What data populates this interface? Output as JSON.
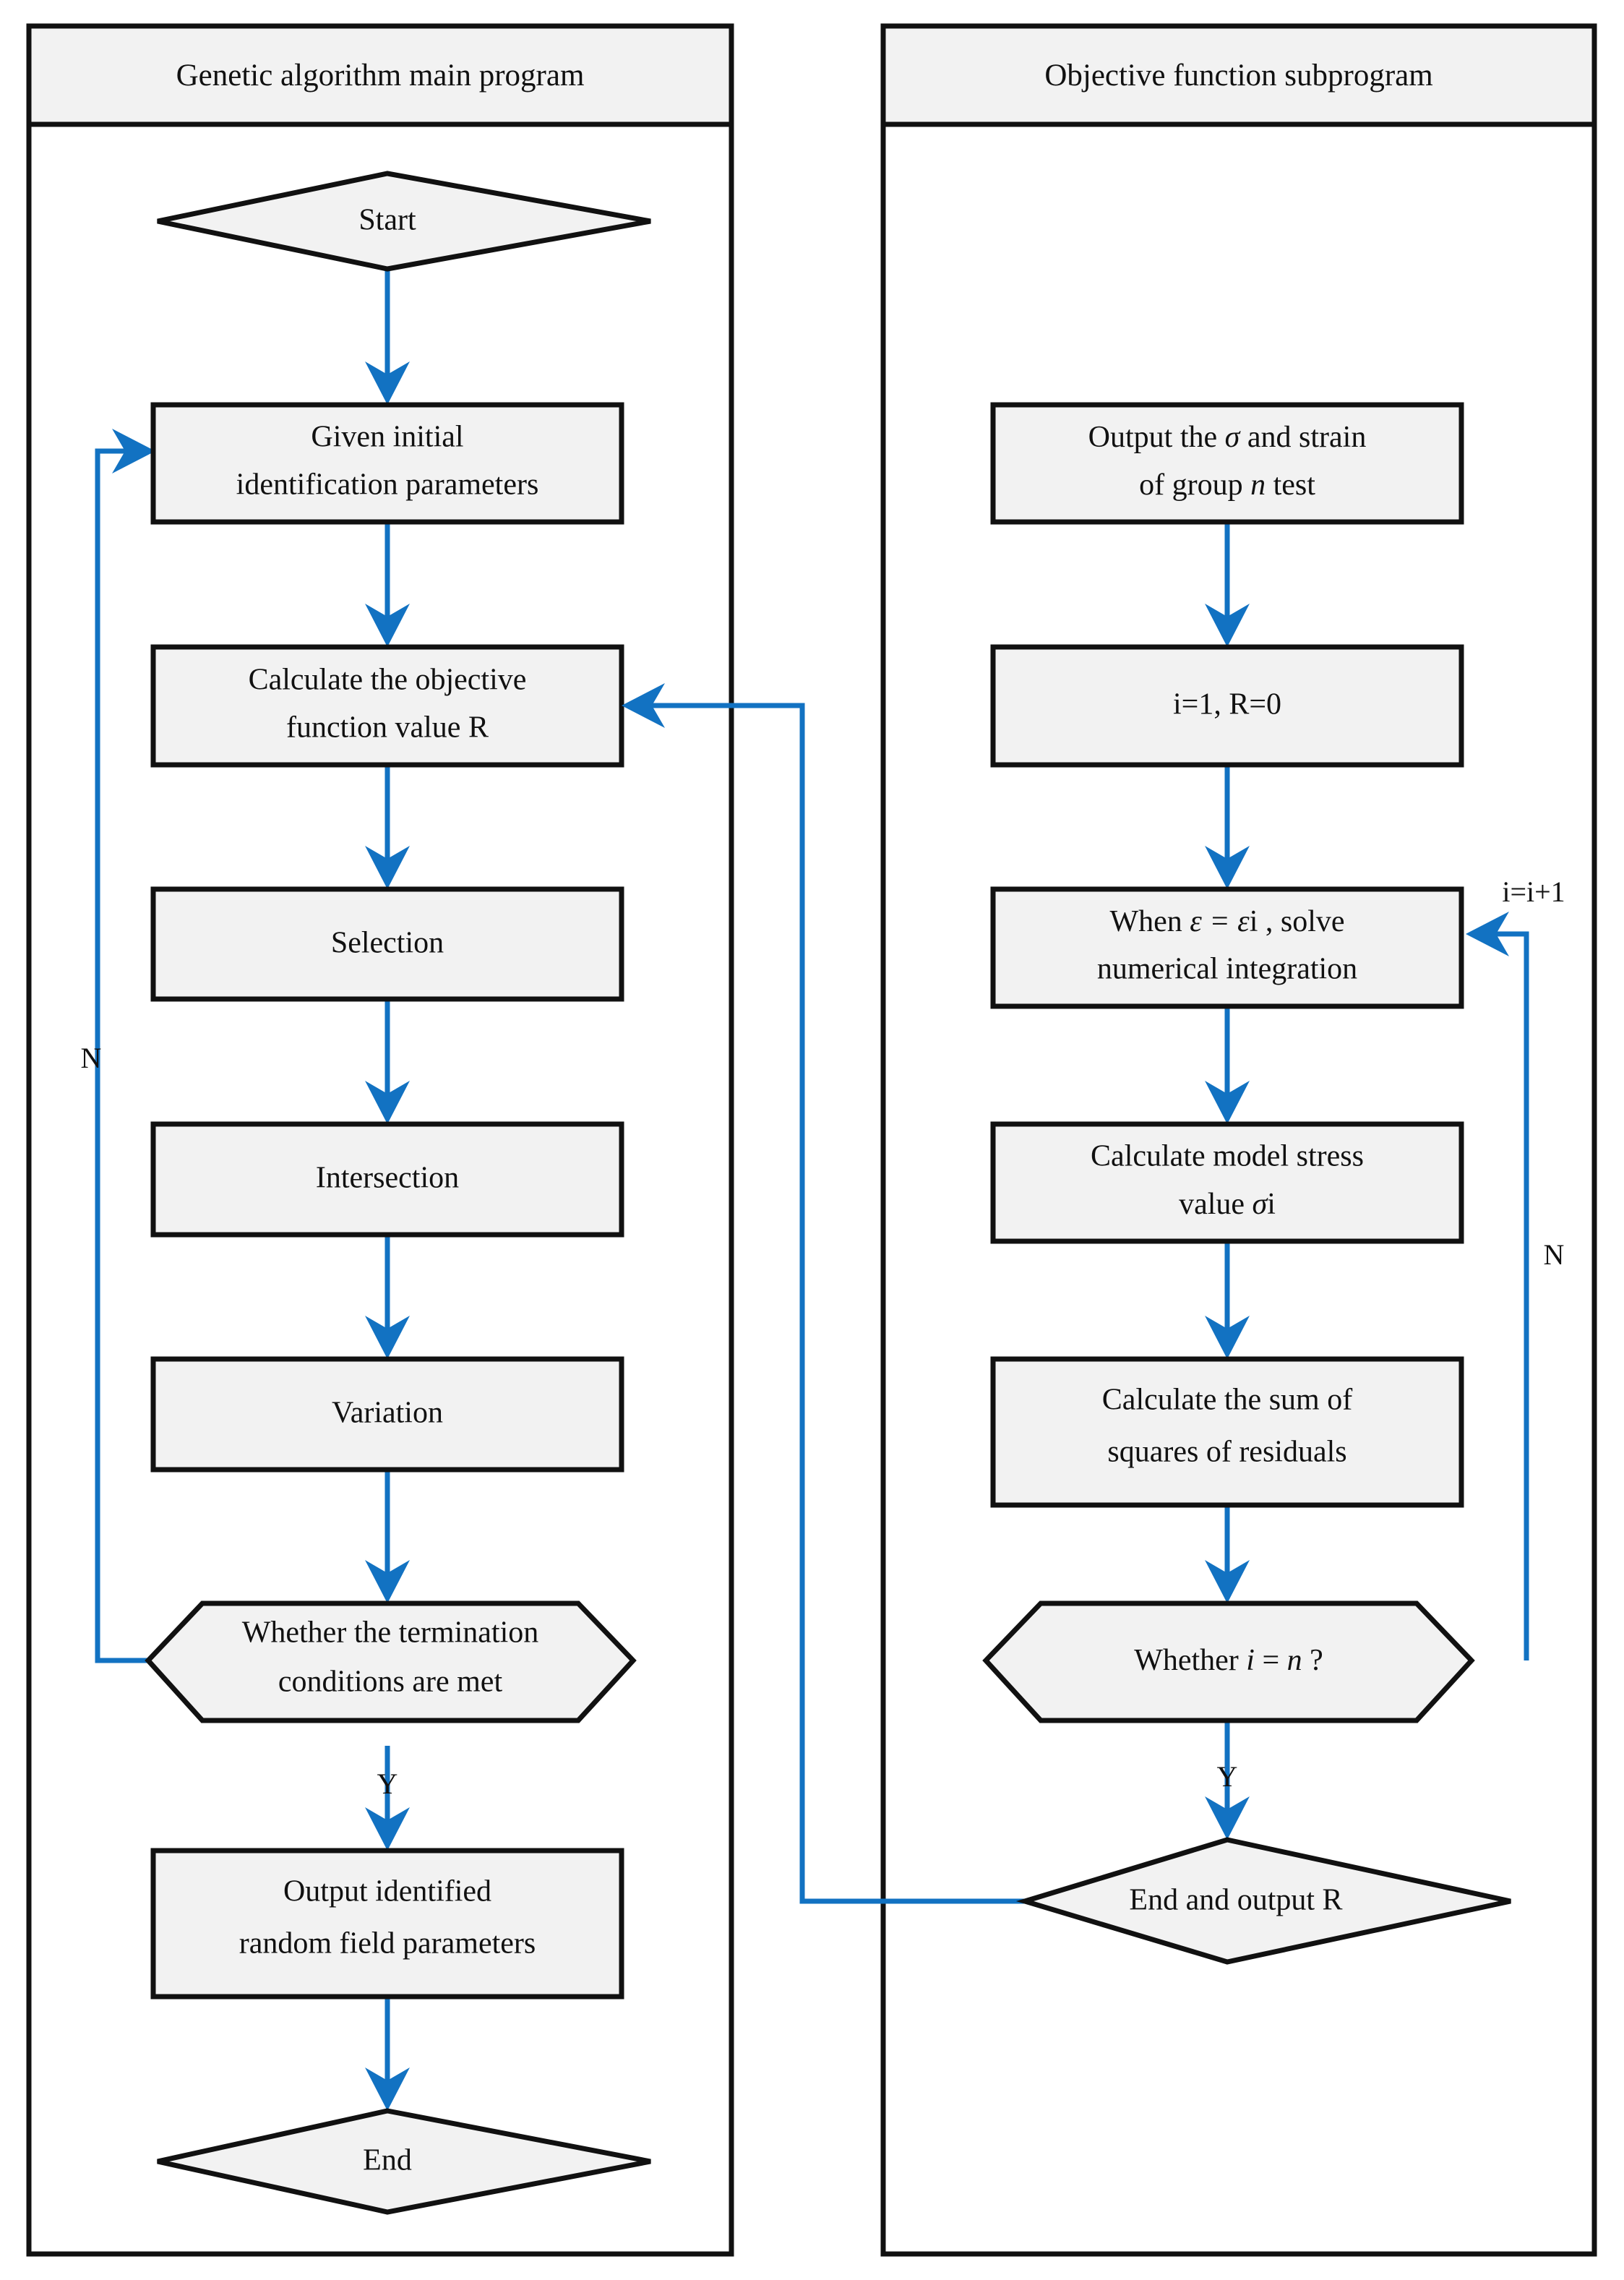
{
  "diagram": {
    "type": "flowchart",
    "accent_color": "#1272c2",
    "node_fill": "#f2f2f2",
    "outline_color": "#111111",
    "background": "#ffffff"
  },
  "panels": [
    {
      "id": "left",
      "title": "Genetic algorithm main program",
      "nodes": [
        {
          "id": "start",
          "shape": "diamond",
          "label": "Start"
        },
        {
          "id": "given-init",
          "shape": "rect",
          "label_line1": "Given initial",
          "label_line2": "identification parameters"
        },
        {
          "id": "calc-obj",
          "shape": "rect",
          "label_line1": "Calculate the objective",
          "label_line2": "function value R"
        },
        {
          "id": "selection",
          "shape": "rect",
          "label": "Selection"
        },
        {
          "id": "intersection",
          "shape": "rect",
          "label": "Intersection"
        },
        {
          "id": "variation",
          "shape": "rect",
          "label": "Variation"
        },
        {
          "id": "terminate",
          "shape": "hexagon",
          "label_line1": "Whether the termination",
          "label_line2": "conditions are met"
        },
        {
          "id": "output-ident",
          "shape": "rect",
          "label_line1": "Output identified",
          "label_line2": "random field parameters"
        },
        {
          "id": "end",
          "shape": "diamond",
          "label": "End"
        }
      ],
      "edge_labels": {
        "no": "N",
        "yes": "Y"
      }
    },
    {
      "id": "right",
      "title": "Objective function subprogram",
      "nodes": [
        {
          "id": "output-sigma",
          "shape": "rect",
          "label_line1_a": "Output the ",
          "label_line1_sym": "σ",
          "label_line1_b": " and strain",
          "label_line2_a": "of group ",
          "label_line2_it": "n",
          "label_line2_b": " test"
        },
        {
          "id": "init-i-r",
          "shape": "rect",
          "label": "i=1, R=0"
        },
        {
          "id": "numerical-int",
          "shape": "rect",
          "label_line1_a": "When ",
          "label_line1_sym": "ε = ε",
          "label_line1_b": "i ,  solve",
          "label_line2": "numerical integration"
        },
        {
          "id": "model-stress",
          "shape": "rect",
          "label_line1": "Calculate model stress",
          "label_line2_a": "value ",
          "label_line2_sym": "σ",
          "label_line2_b": "i"
        },
        {
          "id": "sum-squares",
          "shape": "rect",
          "label_line1": "Calculate the sum of",
          "label_line2": "squares of residuals"
        },
        {
          "id": "whether-i-n",
          "shape": "hexagon",
          "label_a": "Whether  ",
          "label_it1": "i",
          "label_eq": " = ",
          "label_it2": "n",
          "label_b": " ?"
        },
        {
          "id": "end-output-r",
          "shape": "diamond",
          "label": "End and output R"
        }
      ],
      "edge_labels": {
        "increment": "i=i+1",
        "no": "N",
        "yes": "Y"
      }
    }
  ]
}
